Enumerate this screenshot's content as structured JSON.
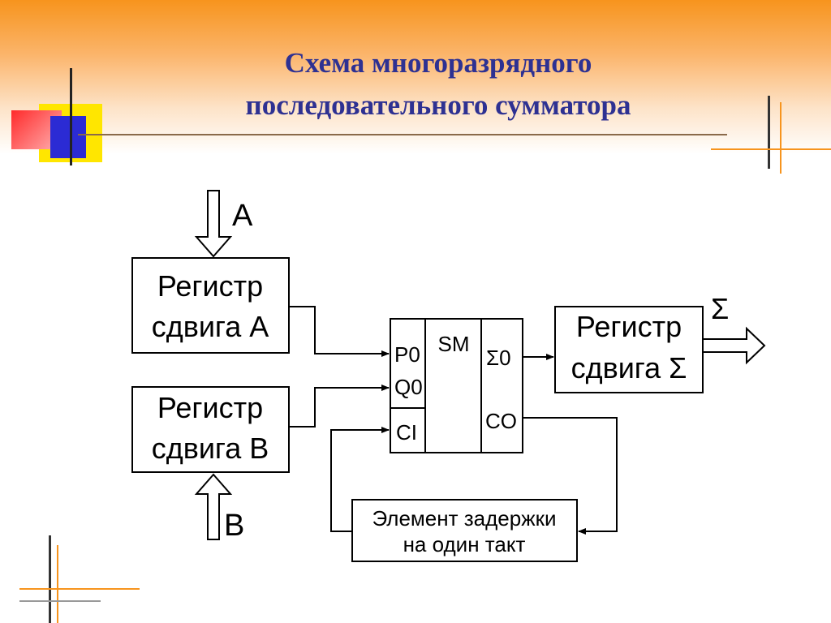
{
  "slide": {
    "title_line1": "Схема многоразрядного",
    "title_line2": "последовательного сумматора"
  },
  "colors": {
    "title": "#2e3192",
    "accent_orange": "#f7941d",
    "deco_yellow": "#ffe600",
    "deco_red": "#ff2a2a",
    "deco_blue": "#2b2bd4"
  },
  "diagram": {
    "input_a": "A",
    "input_b": "B",
    "reg_a_line1": "Регистр",
    "reg_a_line2": "сдвига A",
    "reg_b_line1": "Регистр",
    "reg_b_line2": "сдвига B",
    "sm": {
      "label": "SM",
      "p0": "P0",
      "q0": "Q0",
      "ci": "CI",
      "sigma0": "Σ0",
      "co": "CO"
    },
    "reg_sum_line1": "Регистр",
    "reg_sum_line2": "сдвига Σ",
    "output_sigma": "Σ",
    "delay_line1": "Элемент задержки",
    "delay_line2": "на один такт"
  }
}
